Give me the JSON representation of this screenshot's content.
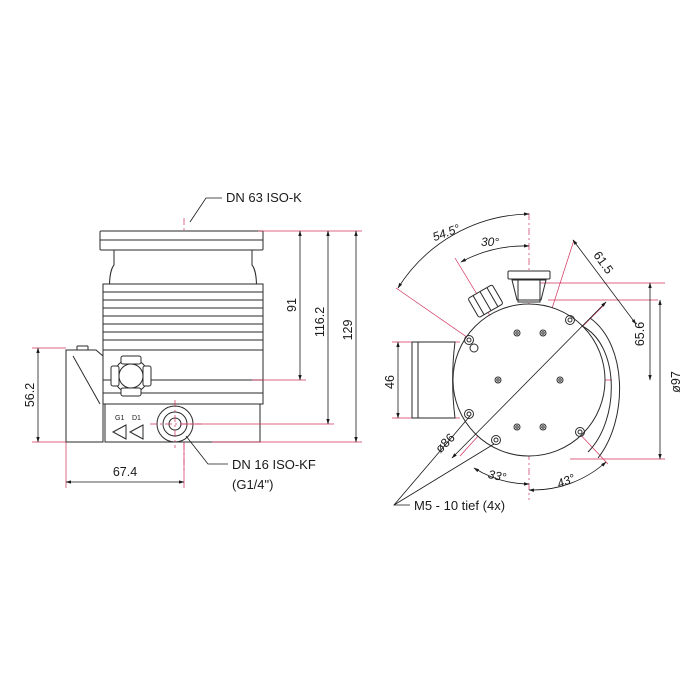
{
  "labels": {
    "flange_top": "DN 63 ISO-K",
    "flange_side_line1": "DN 16 ISO-KF",
    "flange_side_line2": "(G1/4\")",
    "holes": "M5 - 10 tief (4x)",
    "badge_left": "G1",
    "badge_right": "D1"
  },
  "dimensions": {
    "height_91": "91",
    "height_116": "116.2",
    "height_129": "129",
    "height_56": "56.2",
    "width_67": "67.4",
    "height_46": "46",
    "dia_86": "ø86",
    "dia_97": "ø97",
    "dim_65": "65.6",
    "dim_61": "61.5"
  },
  "angles": {
    "a_54": "54.5°",
    "a_30": "30°",
    "a_33": "33°",
    "a_43": "43°"
  },
  "colors": {
    "outline": "#2a2a2a",
    "dimension": "#1a1a1a",
    "extension": "#d0305a"
  }
}
